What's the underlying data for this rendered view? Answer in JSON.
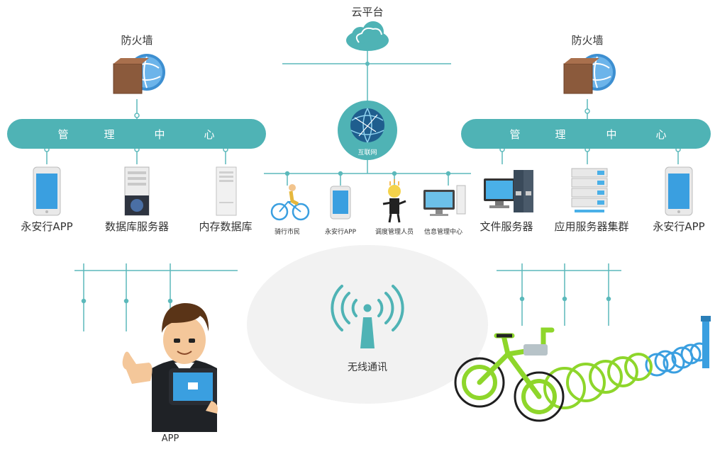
{
  "cloud": {
    "label": "云平台"
  },
  "firewall_left": {
    "label": "防火墙"
  },
  "firewall_right": {
    "label": "防火墙"
  },
  "mgmt_left": {
    "chars": [
      "管",
      "理",
      "中",
      "心"
    ]
  },
  "mgmt_right": {
    "chars": [
      "管",
      "理",
      "中",
      "心"
    ]
  },
  "hub": {
    "label": "互联网"
  },
  "left_devices": [
    {
      "label": "永安行APP"
    },
    {
      "label": "数据库服务器"
    },
    {
      "label": "内存数据库"
    }
  ],
  "center_devices": [
    {
      "label": "骑行市民"
    },
    {
      "label": "永安行APP"
    },
    {
      "label": "调度管理人员"
    },
    {
      "label": "信息管理中心"
    }
  ],
  "right_devices": [
    {
      "label": "文件服务器"
    },
    {
      "label": "应用服务器集群"
    },
    {
      "label": "永安行APP"
    }
  ],
  "wireless": {
    "label": "无线通讯"
  },
  "person": {
    "label": "APP"
  },
  "colors": {
    "teal": "#4fb3b5",
    "line": "#5bb9bb",
    "green": "#8ed62b",
    "blue": "#3a9fe0"
  }
}
